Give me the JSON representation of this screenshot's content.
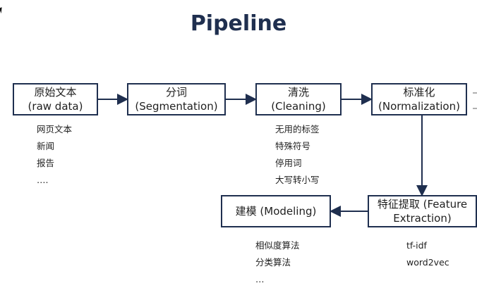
{
  "title": "Pipeline",
  "nodes": {
    "raw": {
      "line1": "原始文本",
      "line2": "(raw data)"
    },
    "seg": {
      "line1": "分词",
      "line2": "(Segmentation)"
    },
    "clean": {
      "line1": "清洗",
      "line2": "(Cleaning)"
    },
    "norm": {
      "line1": "标准化",
      "line2": "(Normalization)"
    },
    "feat": {
      "line1": "特征提取 (Feature",
      "line2": "Extraction)"
    },
    "model": {
      "line1": "建模 (Modeling)"
    }
  },
  "lists": {
    "raw": [
      "网页文本",
      "新闻",
      "报告",
      "…."
    ],
    "clean": [
      "无用的标签",
      "特殊符号",
      "停用词",
      "大写转小写"
    ],
    "model": [
      "相似度算法",
      "分类算法",
      "…"
    ],
    "feat": [
      "tf-idf",
      "word2vec"
    ]
  },
  "colors": {
    "line": "#1f2f4f"
  }
}
